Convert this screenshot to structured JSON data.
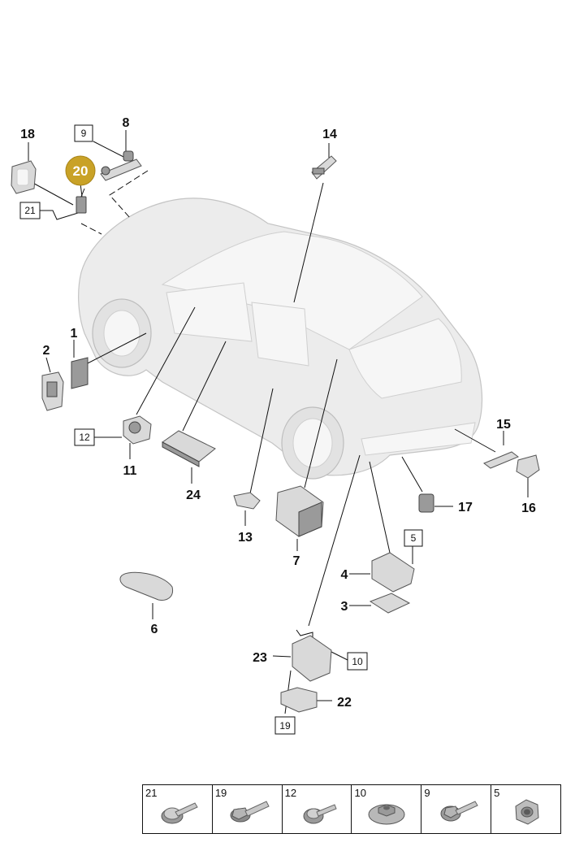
{
  "badge": {
    "label": "20",
    "color": "#c9a227"
  },
  "callouts": {
    "n1": "1",
    "n2": "2",
    "n3": "3",
    "n4": "4",
    "n6": "6",
    "n7": "7",
    "n8": "8",
    "n11": "11",
    "n13": "13",
    "n14": "14",
    "n15": "15",
    "n16": "16",
    "n17": "17",
    "n18": "18",
    "n22": "22",
    "n23": "23",
    "n24": "24"
  },
  "boxed_callouts": {
    "b9": "9",
    "b21": "21",
    "b12": "12",
    "b5": "5",
    "b10": "10",
    "b19": "19"
  },
  "fasteners": [
    {
      "label": "21",
      "icon": "flange-bolt-icon"
    },
    {
      "label": "19",
      "icon": "hex-bolt-icon"
    },
    {
      "label": "12",
      "icon": "flange-screw-icon"
    },
    {
      "label": "10",
      "icon": "flange-nut-icon"
    },
    {
      "label": "9",
      "icon": "collar-bolt-icon"
    },
    {
      "label": "5",
      "icon": "hex-nut-icon"
    }
  ]
}
